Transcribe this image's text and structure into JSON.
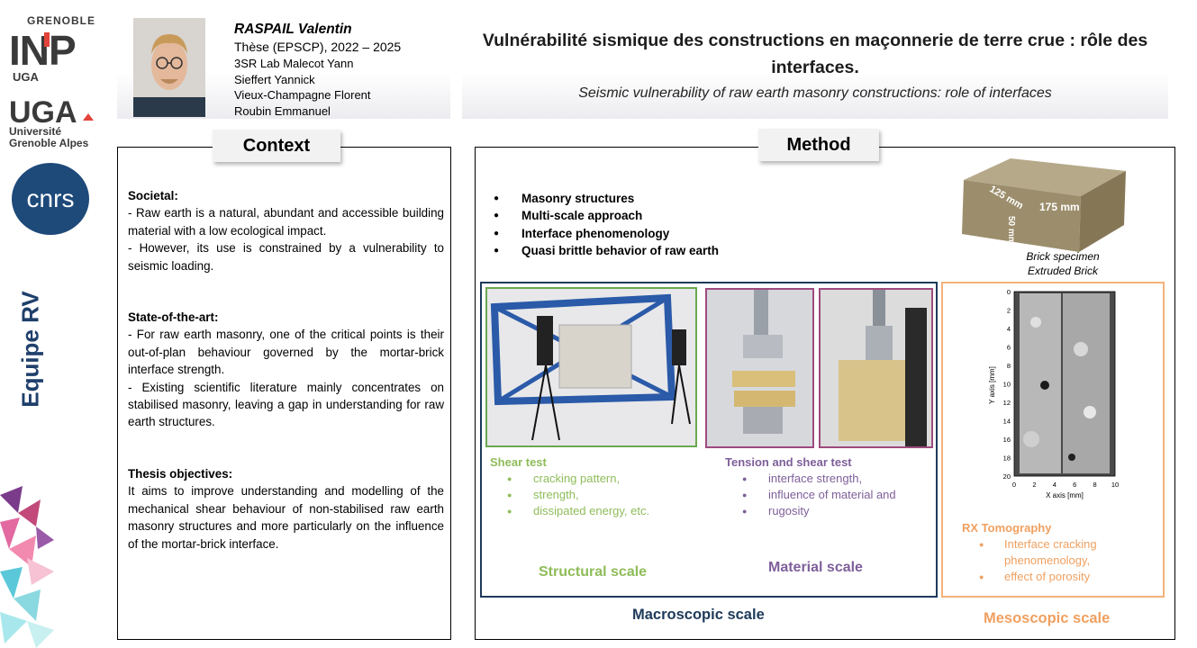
{
  "logos": {
    "inp_top": "GRENOBLE",
    "inp_main": "INP",
    "inp_sub": "UGA",
    "uga_main": "UGA",
    "uga_sub1": "Université",
    "uga_sub2": "Grenoble Alpes",
    "cnrs": "cnrs"
  },
  "team": "Equipe RV",
  "author": {
    "name": "RASPAIL Valentin",
    "lines": [
      "Thèse (EPSCP), 2022 – 2025",
      "3SR Lab  Malecot Yann",
      "Sieffert Yannick",
      "Vieux-Champagne Florent",
      "Roubin Emmanuel"
    ]
  },
  "title": {
    "french": "Vulnérabilité sismique des constructions en maçonnerie de terre crue : rôle des interfaces.",
    "english": "Seismic vulnerability of raw earth masonry constructions: role of interfaces"
  },
  "context": {
    "tab": "Context",
    "sections": [
      {
        "heading": "Societal:",
        "lines": [
          "- Raw earth is a natural, abundant and accessible building material with a low ecological impact.",
          "- However, its use is constrained by a vulnerability to seismic loading."
        ]
      },
      {
        "heading": "State-of-the-art:",
        "lines": [
          "- For raw earth masonry, one of the critical points is their out-of-plan behaviour governed by the mortar-brick interface strength.",
          "- Existing scientific literature mainly concentrates on stabilised masonry, leaving a gap in understanding for raw earth structures."
        ]
      },
      {
        "heading": "Thesis objectives:",
        "lines": [
          "It aims to improve understanding and modelling of the mechanical shear behaviour of non-stabilised raw earth masonry structures and more particularly on the influence of the mortar-brick  interface."
        ]
      }
    ]
  },
  "method": {
    "tab": "Method",
    "bullets": [
      "Masonry structures",
      "Multi-scale approach",
      "Interface phenomenology",
      "Quasi brittle behavior of raw earth"
    ],
    "brick": {
      "dim_width": "125 mm",
      "dim_length": "175 mm",
      "dim_height": "50 mm",
      "caption1": "Brick specimen",
      "caption2": "Extruded Brick"
    },
    "shear_test": {
      "heading": "Shear test",
      "items": [
        "cracking pattern,",
        "strength,",
        "dissipated energy, etc."
      ]
    },
    "tension_test": {
      "heading": "Tension and shear test",
      "items": [
        "interface strength,",
        "influence of material and",
        "rugosity"
      ]
    },
    "rx_test": {
      "heading": "RX Tomography",
      "items": [
        "Interface cracking phenomenology,",
        "effect of porosity"
      ]
    },
    "structural_scale": "Structural scale",
    "material_scale": "Material scale",
    "macroscopic_scale": "Macroscopic  scale",
    "mesoscopic_scale": "Mesoscopic  scale",
    "tomography_plot": {
      "ylabel": "Y axis [mm]",
      "xlabel": "X axis [mm]",
      "yticks": [
        "0",
        "2",
        "4",
        "6",
        "8",
        "10",
        "12",
        "14",
        "16",
        "18",
        "20"
      ],
      "xticks": [
        "0",
        "2",
        "4",
        "6",
        "8",
        "10"
      ]
    }
  },
  "colors": {
    "navy": "#1e3a5a",
    "green": "#8fbc5a",
    "purple": "#7e5f9a",
    "orange": "#f0a060",
    "inp_red": "#e2433a",
    "cnrs_blue": "#1e4a7a"
  }
}
